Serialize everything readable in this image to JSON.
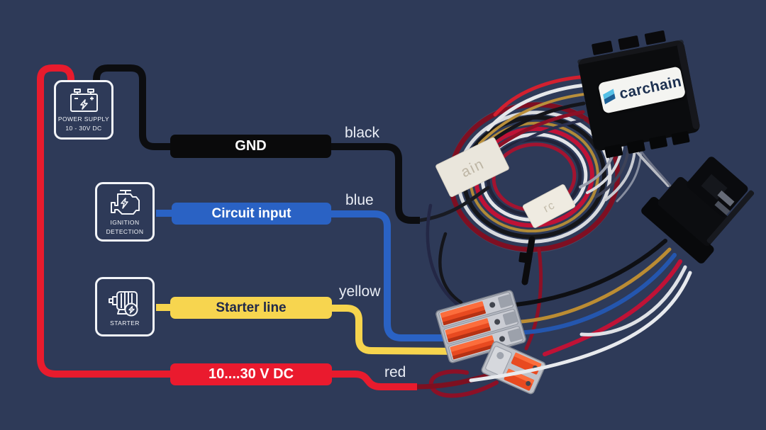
{
  "colors": {
    "background": "#2e3a58",
    "wire_black": "#0c0d10",
    "wire_blue": "#2a62c4",
    "wire_yellow": "#f6d44d",
    "wire_red": "#e81b2d",
    "box_border": "#f2f4f8"
  },
  "diagram": {
    "nodes": [
      {
        "id": "power-supply",
        "icon": "battery-icon",
        "caption_line1": "POWER SUPPLY",
        "caption_line2": "10 - 30V DC"
      },
      {
        "id": "ignition-detection",
        "icon": "engine-icon",
        "caption_line1": "IGNITION",
        "caption_line2": "DETECTION"
      },
      {
        "id": "starter",
        "icon": "motor-icon",
        "caption_line1": "STARTER",
        "caption_line2": ""
      }
    ],
    "bars": [
      {
        "id": "gnd",
        "label": "GND",
        "wire_label": "black",
        "color": "#0a0a0b",
        "text_color": "#ffffff"
      },
      {
        "id": "circuit-input",
        "label": "Circuit input",
        "wire_label": "blue",
        "color": "#2a62c4",
        "text_color": "#ffffff"
      },
      {
        "id": "starter-line",
        "label": "Starter line",
        "wire_label": "yellow",
        "color": "#f7d54f",
        "text_color": "#20294a"
      },
      {
        "id": "power-10-30vdc",
        "label": "10....30 V DC",
        "wire_label": "red",
        "color": "#ea1a2e",
        "text_color": "#ffffff"
      }
    ]
  },
  "photo": {
    "device_label": "carchain",
    "tape1": "ain",
    "tape2": "rc"
  }
}
